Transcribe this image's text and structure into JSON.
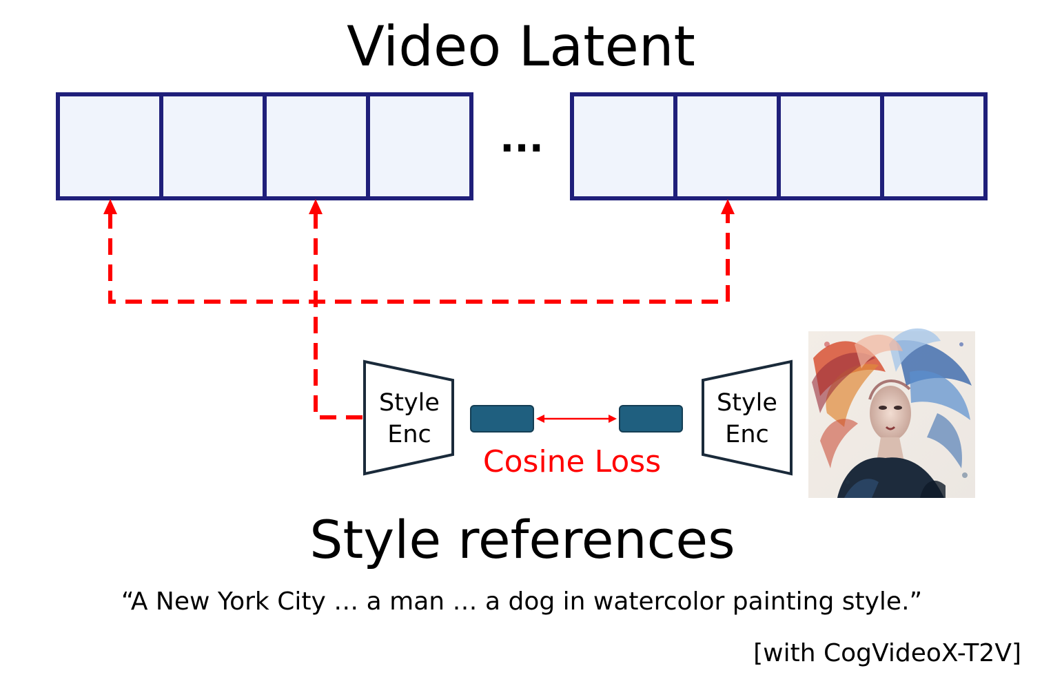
{
  "title": "Video Latent",
  "ellipsis": "...",
  "encoders": [
    {
      "line1": "Style",
      "line2": "Enc"
    },
    {
      "line1": "Style",
      "line2": "Enc"
    }
  ],
  "loss_label": "Cosine Loss",
  "subtitle": "Style references",
  "prompt": "“A New York City … a man … a dog in watercolor painting style.”",
  "model_note": "[with CogVideoX-T2V]",
  "colors": {
    "cell_fill": "#f0f4fc",
    "cell_stroke": "#1f1f7a",
    "arrow": "#ff0000",
    "embedding": "#1f5f7f",
    "loss_text": "#ff0000",
    "text": "#000000"
  },
  "icons": {
    "style_reference_image": "watercolor-portrait-image"
  }
}
